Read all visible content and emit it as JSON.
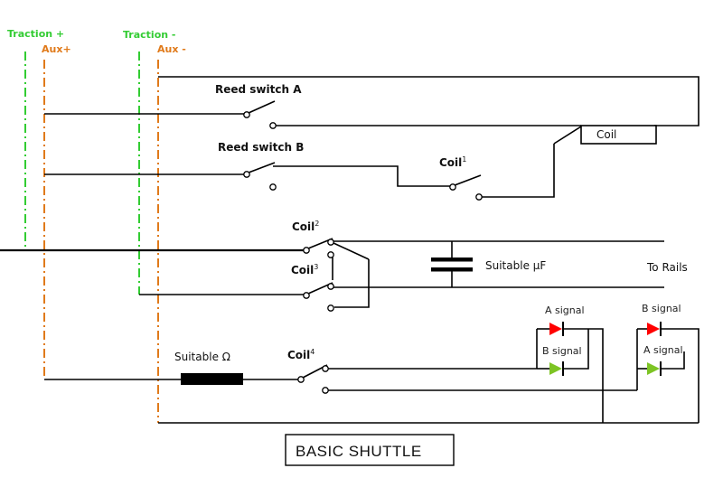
{
  "diagram": {
    "title": "BASIC SHUTTLE",
    "rails": {
      "traction_plus": "Traction +",
      "aux_plus": "Aux+",
      "traction_minus": "Traction -",
      "aux_minus": "Aux -"
    },
    "labels": {
      "reed_a": "Reed switch A",
      "reed_b": "Reed switch B",
      "coil_box": "Coil",
      "coil": "Coil",
      "coil1_sup": "1",
      "coil2_sup": "2",
      "coil3_sup": "3",
      "coil4_sup": "4",
      "capacitor": "Suitable µF",
      "to_rails": "To Rails",
      "resistor": "Suitable Ω",
      "a_signal_1": "A signal",
      "b_signal_1": "B signal",
      "b_signal_2": "B signal",
      "a_signal_2": "A signal"
    },
    "colors": {
      "traction": "#33cc33",
      "aux": "#e07a1a",
      "led_red": "#ff0000",
      "led_green": "#7dc424",
      "wire": "#000000"
    }
  }
}
